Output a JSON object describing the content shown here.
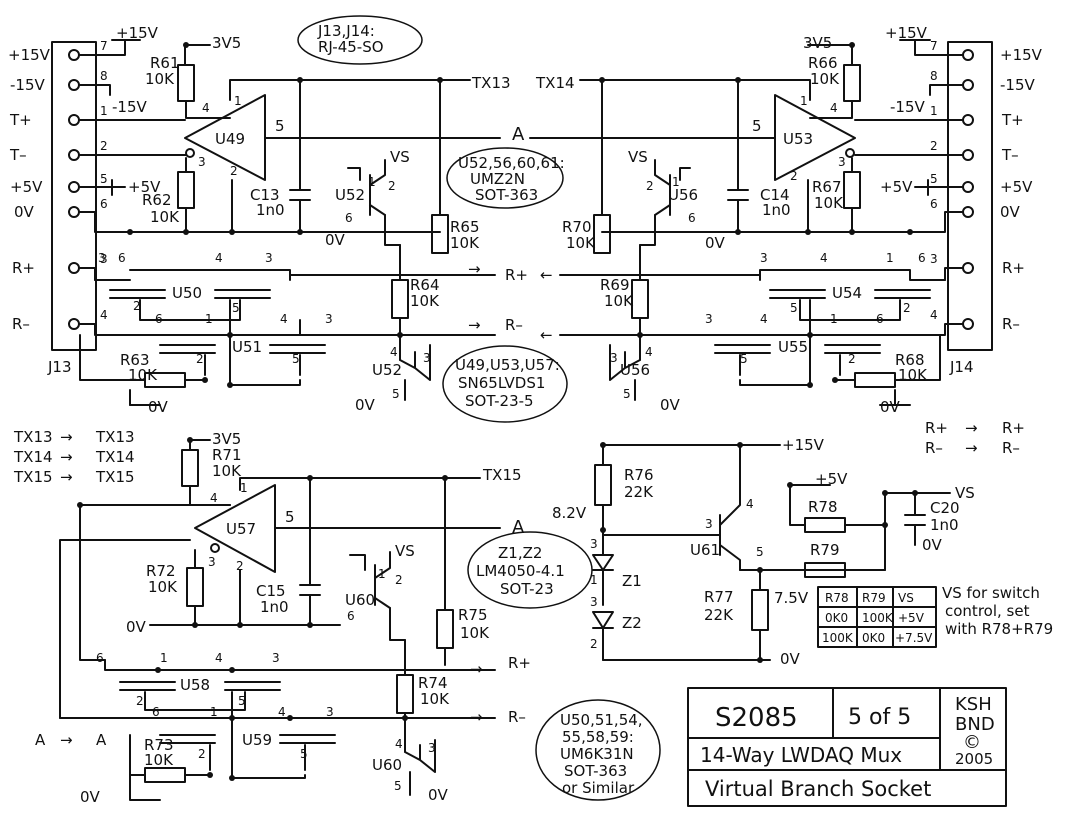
{
  "connectors": {
    "left": {
      "name": "J13",
      "pins": [
        {
          "label": "+15V",
          "num": "7"
        },
        {
          "label": "-15V",
          "num": "8"
        },
        {
          "label": "T+",
          "num": "1"
        },
        {
          "label": "T–",
          "num": "2"
        },
        {
          "label": "+5V",
          "num": "5"
        },
        {
          "label": "0V",
          "num": "6"
        },
        {
          "label": "R+",
          "num": "3"
        },
        {
          "label": "R–",
          "num": "4"
        }
      ]
    },
    "right": {
      "name": "J14",
      "pins": [
        {
          "label": "+15V",
          "num": "7"
        },
        {
          "label": "-15V",
          "num": "8"
        },
        {
          "label": "T+",
          "num": "1"
        },
        {
          "label": "T–",
          "num": "2"
        },
        {
          "label": "+5V",
          "num": "5"
        },
        {
          "label": "0V",
          "num": "6"
        },
        {
          "label": "R+",
          "num": "3"
        },
        {
          "label": "R–",
          "num": "4"
        }
      ]
    }
  },
  "rails": {
    "p15": "+15V",
    "m15": "-15V",
    "p5": "+5V",
    "v3v5": "3V5",
    "zero": "0V",
    "vs": "VS"
  },
  "nets": {
    "tx13": "TX13",
    "tx14": "TX14",
    "tx15": "TX15",
    "a": "A",
    "rplus": "R+",
    "rminus": "R–"
  },
  "parts": {
    "u49": "U49",
    "u53": "U53",
    "u57": "U57",
    "u50": "U50",
    "u51": "U51",
    "u54": "U54",
    "u55": "U55",
    "u58": "U58",
    "u59": "U59",
    "u52": "U52",
    "u56": "U56",
    "u60": "U60",
    "u61": "U61",
    "r61": "R61",
    "r62": "R62",
    "r63": "R63",
    "r64": "R64",
    "r65": "R65",
    "r66": "R66",
    "r67": "R67",
    "r68": "R68",
    "r69": "R69",
    "r70": "R70",
    "r71": "R71",
    "r72": "R72",
    "r73": "R73",
    "r74": "R74",
    "r75": "R75",
    "r76": "R76",
    "r77": "R77",
    "r78": "R78",
    "r79": "R79",
    "c13": "C13",
    "c14": "C14",
    "c15": "C15",
    "c20": "C20",
    "z1": "Z1",
    "z2": "Z2",
    "v10k": "10K",
    "v22k": "22K",
    "v1n0": "1n0"
  },
  "voltages": {
    "v82": "8.2V",
    "v75": "7.5V"
  },
  "notes": {
    "jacks": [
      "J13,J14:",
      "RJ-45-SO"
    ],
    "npn": [
      "U52,56,60,61:",
      "UMZ2N",
      "SOT-363"
    ],
    "lvds": [
      "U49,U53,U57:",
      "SN65LVDS1",
      "SOT-23-5"
    ],
    "zener": [
      "Z1,Z2",
      "LM4050-4.1",
      "SOT-23"
    ],
    "switches": [
      "U50,51,54,",
      "55,58,59:",
      "UM6K31N",
      "SOT-363",
      "or Similar"
    ],
    "vs_control": [
      "VS for switch",
      "control, set",
      "with R78+R79"
    ]
  },
  "mappings": [
    {
      "from": "TX13",
      "to": "TX13"
    },
    {
      "from": "TX14",
      "to": "TX14"
    },
    {
      "from": "TX15",
      "to": "TX15"
    },
    {
      "from": "A",
      "to": "A"
    },
    {
      "from": "R+",
      "to": "R+"
    },
    {
      "from": "R–",
      "to": "R–"
    }
  ],
  "vs_table": {
    "header": [
      "R78",
      "R79",
      "VS"
    ],
    "rows": [
      [
        "0K0",
        "100K",
        "+5V"
      ],
      [
        "100K",
        "0K0",
        "+7.5V"
      ]
    ]
  },
  "title_block": {
    "drawing": "S2085",
    "sheet": "5 of 5",
    "author": "KSH",
    "org": "BND",
    "copyright": "©",
    "year": "2005",
    "title": "14-Way LWDAQ Mux",
    "subtitle": "Virtual Branch Socket"
  }
}
